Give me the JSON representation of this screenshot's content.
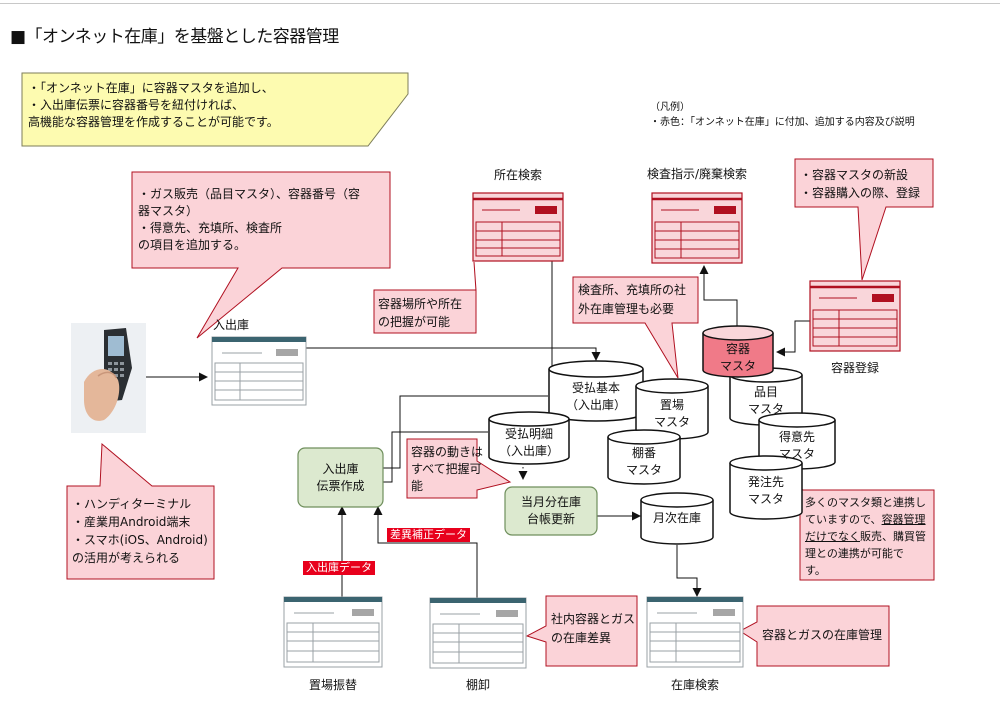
{
  "page": {
    "title": "■「オンネット在庫」を基盤とした容器管理"
  },
  "legend": {
    "line1": "（凡例）",
    "line2": "・赤色：「オンネット在庫」に付加、追加する内容及び説明"
  },
  "notes": {
    "intro": [
      "・「オンネット在庫」に容器マスタを追加し、",
      "・入出庫伝票に容器番号を紐付ければ、",
      "高機能な容器管理を作成することが可能です。"
    ],
    "items_added": [
      "・ガス販売（品目マスタ）、容器番号（容",
      "器マスタ）",
      "・得意先、充填所、検査所",
      "の項目を追加する。"
    ],
    "location_grasp": [
      "容器場所や所在",
      "の把握が可能"
    ],
    "external_stock": [
      "検査所、充填所の社",
      "外在庫管理も必要"
    ],
    "container_master_new": [
      "・容器マスタの新設",
      "・容器購入の際、登録"
    ],
    "movement_grasp": [
      "容器の動きは",
      "すべて把握可",
      "能"
    ],
    "devices": [
      "・ハンディターミナル",
      "・産業用Android端末",
      "・スマホ(iOS、Android)",
      "の活用が考えられる"
    ],
    "internal_diff": [
      "社内容器とガス",
      "の在庫差異"
    ],
    "gas_stock_mgmt": "容器とガスの在庫管理",
    "linkage": {
      "l1": "多くのマスタ類と連携し",
      "l2a": "ていますので、",
      "l2b": "容器管理",
      "l3a": "だけでなく",
      "l3b": "販売、購買管",
      "l4": "理との連携が可能で",
      "l5": "す。"
    }
  },
  "forms": {
    "location_search": "所在検索",
    "inspection_search": "検査指示/廃棄検索",
    "container_register": "容器登録",
    "in_out": "入出庫",
    "yard_transfer": "置場振替",
    "stocktake": "棚卸",
    "stock_search": "在庫検索"
  },
  "databases": {
    "receipt_basic": [
      "受払基本",
      "（入出庫）"
    ],
    "receipt_detail": [
      "受払明細",
      "（入出庫）"
    ],
    "yard_master": [
      "置場",
      "マスタ"
    ],
    "shelf_master": [
      "棚番",
      "マスタ"
    ],
    "container_master": [
      "容器",
      "マスタ"
    ],
    "item_master": [
      "品目",
      "マスタ"
    ],
    "customer_master": [
      "得意先",
      "マスタ"
    ],
    "order_master": [
      "発注先",
      "マスタ"
    ],
    "monthly_stock": [
      "月次在庫"
    ]
  },
  "processes": {
    "slip_create": [
      "入出庫",
      "伝票作成"
    ],
    "ledger_update": [
      "当月分在庫",
      "台帳更新"
    ]
  },
  "tags": {
    "in_out_data": "入出庫データ",
    "diff_correction": "差異補正データ"
  },
  "colors": {
    "note_pink": "#fbd3d8",
    "note_yellow": "#fdfbb0",
    "red_outline": "#b01020",
    "form_red_fill": "#f9d6da",
    "container_master_fill": "#f07a88",
    "process_green": "#dce9cf",
    "tag_red": "#e8001c"
  },
  "icons": {
    "handheld": "handheld-terminal-icon"
  }
}
